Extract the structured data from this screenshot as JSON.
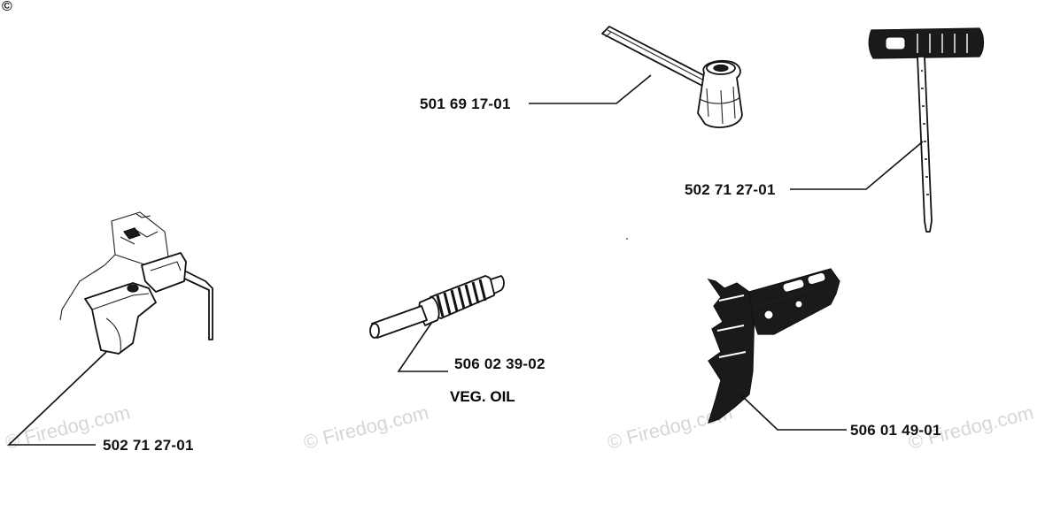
{
  "copyright_mark": "©",
  "watermarks": [
    "© Firedog.com",
    "© Firedog.com",
    "© Firedog.com",
    "© Firedog.com"
  ],
  "parts": [
    {
      "id": "combination-wrench",
      "part_number": "501 69 17-01"
    },
    {
      "id": "t-handle-screwdriver",
      "part_number": "502 71 27-01"
    },
    {
      "id": "bar-guard",
      "part_number": "502 71 27-01"
    },
    {
      "id": "oil-pump-rod",
      "part_number": "506 02 39-02",
      "note": "VEG. OIL"
    },
    {
      "id": "chain-segment",
      "part_number": "506 01 49-01"
    }
  ]
}
